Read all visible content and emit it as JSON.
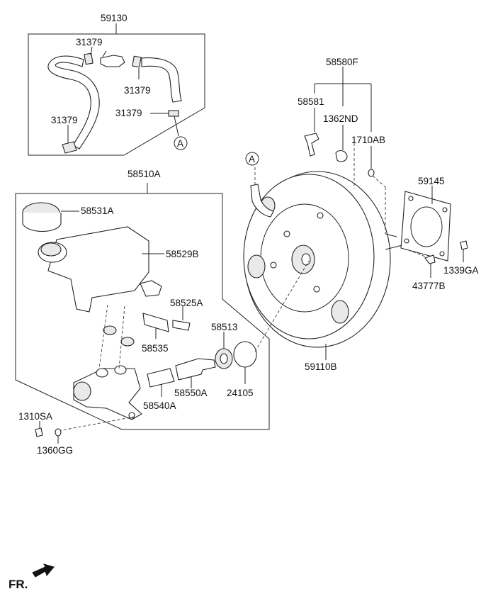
{
  "labels": {
    "l59130": "59130",
    "l31379a": "31379",
    "l31379b": "31379",
    "l31379c": "31379",
    "l31379d": "31379",
    "lA1": "A",
    "lA2": "A",
    "l58580F": "58580F",
    "l58581": "58581",
    "l1362ND": "1362ND",
    "l1710AB": "1710AB",
    "l59145": "59145",
    "l1339GA": "1339GA",
    "l43777B": "43777B",
    "l59110B": "59110B",
    "l58510A": "58510A",
    "l58531A": "58531A",
    "l58529B": "58529B",
    "l58525A": "58525A",
    "l58513": "58513",
    "l58535": "58535",
    "l58550A": "58550A",
    "l24105": "24105",
    "l58540A": "58540A",
    "l1310SA": "1310SA",
    "l1360GG": "1360GG",
    "fr": "FR."
  },
  "icons": {
    "front_direction": "fr-arrow-icon"
  }
}
